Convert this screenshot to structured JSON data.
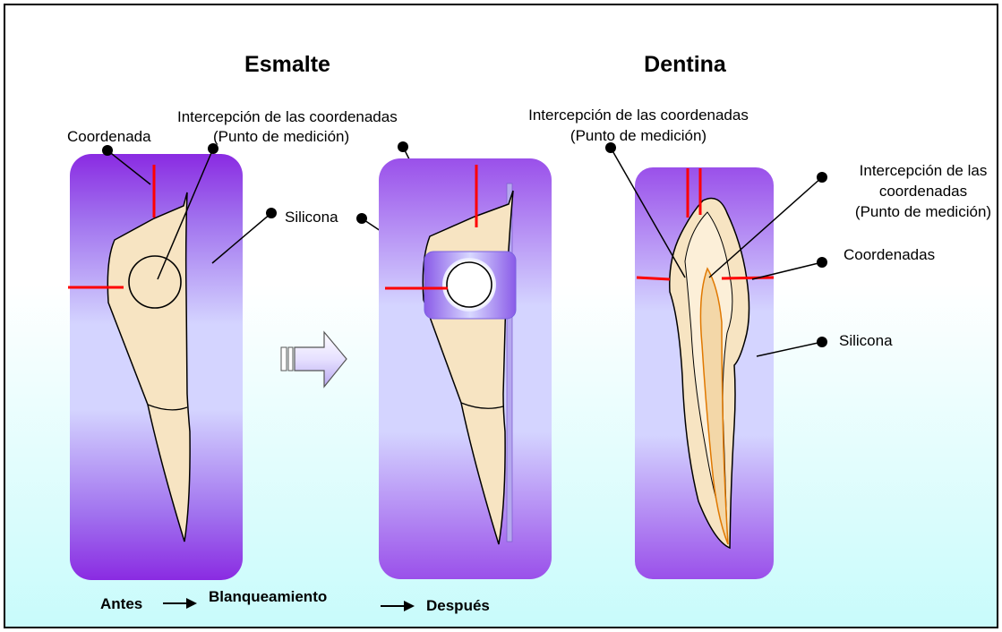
{
  "esmalte": {
    "title": "Esmalte",
    "label_coordenada": "Coordenada",
    "intercept_line1": "Intercepción de las coordenadas",
    "intercept_line2": "(Punto de medición)",
    "label_silicona": "Silicona"
  },
  "dentina": {
    "title": "Dentina",
    "intercept_top_line1": "Intercepción de las coordenadas",
    "intercept_top_line2": "(Punto de medición)",
    "intercept_right_line1": "Intercepción de las",
    "intercept_right_line2": "coordenadas",
    "intercept_right_line3": "(Punto de medición)",
    "label_coordenadas": "Coordenadas",
    "label_silicona": "Silicona"
  },
  "sequence": {
    "before": "Antes",
    "process": "Blanqueamiento",
    "after": "Después"
  },
  "colors": {
    "silicone_top": "#8a2be2",
    "silicone_mid": "#c7c7ff",
    "tooth": "#f7e4c2",
    "marker": "#ff0000",
    "pulp_line": "#e07800",
    "bg_top": "#ffffff",
    "bg_bottom": "#c8fbfb"
  }
}
